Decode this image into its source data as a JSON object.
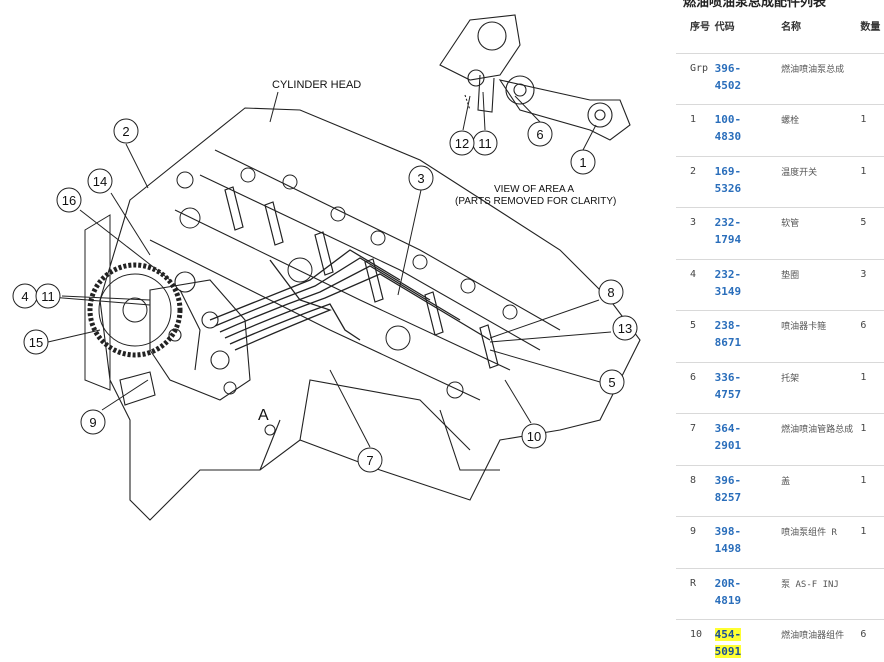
{
  "diagram": {
    "label_cylinder_head": "CYLINDER HEAD",
    "label_view_area": "VIEW OF AREA  A",
    "label_parts_removed": "(PARTS REMOVED FOR CLARITY)",
    "label_area_a": "A",
    "callouts": [
      "1",
      "2",
      "3",
      "4",
      "5",
      "6",
      "7",
      "8",
      "9",
      "10",
      "11",
      "11",
      "12",
      "13",
      "14",
      "15",
      "16"
    ]
  },
  "panel": {
    "title": "燃油喷油泵总成配件列表",
    "headers": {
      "seq": "序号",
      "code": "代码",
      "name": "名称",
      "qty": "数量"
    },
    "rows": [
      {
        "seq": "Grp",
        "code": "396-4502",
        "name": "燃油喷油泵总成",
        "qty": ""
      },
      {
        "seq": "1",
        "code": "100-4830",
        "name": "螺栓",
        "qty": "1"
      },
      {
        "seq": "2",
        "code": "169-5326",
        "name": "温度开关",
        "qty": "1"
      },
      {
        "seq": "3",
        "code": "232-1794",
        "name": "软管",
        "qty": "5"
      },
      {
        "seq": "4",
        "code": "232-3149",
        "name": "垫圈",
        "qty": "3"
      },
      {
        "seq": "5",
        "code": "238-8671",
        "name": "喷油器卡箍",
        "qty": "6"
      },
      {
        "seq": "6",
        "code": "336-4757",
        "name": "托架",
        "qty": "1"
      },
      {
        "seq": "7",
        "code": "364-2901",
        "name": "燃油喷油管路总成",
        "qty": "1"
      },
      {
        "seq": "8",
        "code": "396-8257",
        "name": "盖",
        "qty": "1"
      },
      {
        "seq": "9",
        "code": "398-1498",
        "name": "喷油泵组件 R",
        "qty": "1"
      },
      {
        "seq": "R",
        "code": "20R-4819",
        "name": "泵 AS-F INJ",
        "qty": ""
      },
      {
        "seq": "10",
        "code": "454-5091",
        "name": "燃油喷油器组件",
        "qty": "6",
        "highlight": true
      }
    ]
  }
}
